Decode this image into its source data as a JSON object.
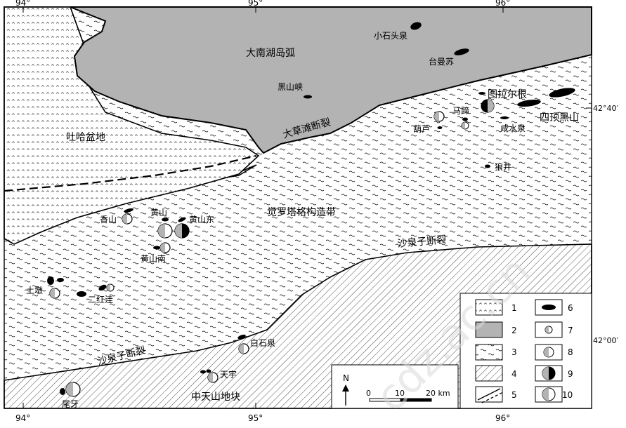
{
  "map": {
    "longitude_ticks": [
      "94°",
      "95°",
      "96°"
    ],
    "latitude_ticks": [
      "42°40′",
      "42°00′"
    ],
    "regions": {
      "lake_arc": "大南湖岛弧",
      "basin": "吐哈盆地",
      "belt": "觉罗塔格构造带",
      "block": "中天山地块"
    },
    "faults": {
      "dacaotan": "大草滩断裂",
      "shaquanzi_east": "沙泉子断裂",
      "shaquanzi_west": "沙泉子断裂"
    },
    "deposits": {
      "xiaoshitouquan": "小石头泉",
      "taimansu": "台曼苏",
      "heishanxia": "黑山峡",
      "tulaergen": "图拉尔根",
      "sidingheishan": "四顶黑山",
      "mati": "马蹄",
      "hulu": "葫芦",
      "xianshuiquan": "咸水泉",
      "langjing": "狼井",
      "xiangshan": "香山",
      "huangshan": "黄山",
      "huangshandong": "黄山东",
      "huangshannan": "黄山南",
      "tudun": "土墩",
      "erhongwa": "二红洼",
      "baishiquan": "白石泉",
      "tianyu": "天宇",
      "weiya": "尾牙"
    },
    "north_arrow": "N",
    "scale_bar": {
      "ticks": [
        "0",
        "10",
        "20 km"
      ]
    }
  },
  "legend": {
    "items": [
      "1",
      "2",
      "3",
      "4",
      "5",
      "6",
      "7",
      "8",
      "9",
      "10"
    ]
  },
  "watermark": "cdz.ac.cn",
  "colors": {
    "arc_fill": "#b3b3b3",
    "outline": "#000000",
    "background": "#ffffff"
  }
}
